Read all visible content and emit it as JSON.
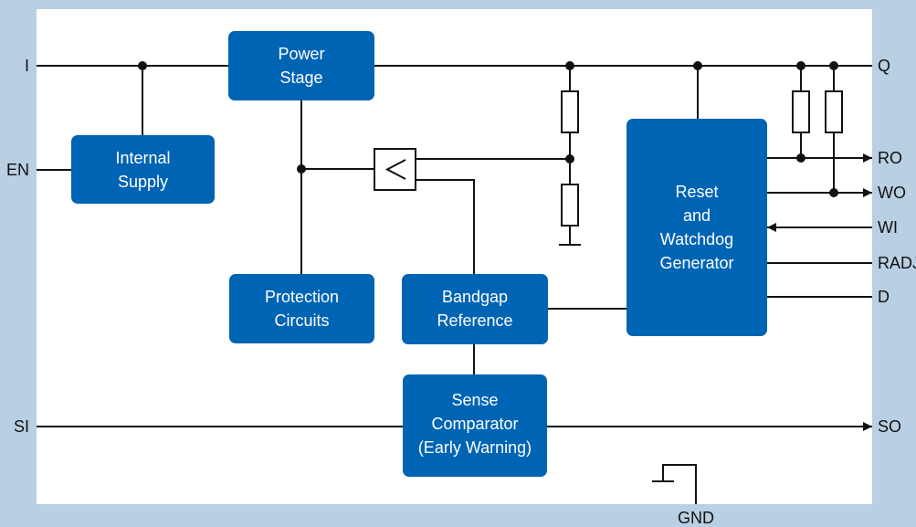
{
  "blocks": {
    "power_stage": [
      "Power",
      "Stage"
    ],
    "internal_supply": [
      "Internal",
      "Supply"
    ],
    "protection": [
      "Protection",
      "Circuits"
    ],
    "bandgap": [
      "Bandgap",
      "Reference"
    ],
    "sense": [
      "Sense",
      "Comparator",
      "(Early Warning)"
    ],
    "reset": [
      "Reset",
      "and",
      "Watchdog",
      "Generator"
    ]
  },
  "pins": {
    "I": "I",
    "EN": "EN",
    "SI": "SI",
    "Q": "Q",
    "RO": "RO",
    "WO": "WO",
    "WI": "WI",
    "RADJ": "RADJ",
    "D": "D",
    "SO": "SO",
    "GND": "GND"
  },
  "colors": {
    "background": "#b9cfe3",
    "panel": "#ffffff",
    "block": "#0064b4",
    "block_text": "#ffffff",
    "line": "#111111"
  }
}
